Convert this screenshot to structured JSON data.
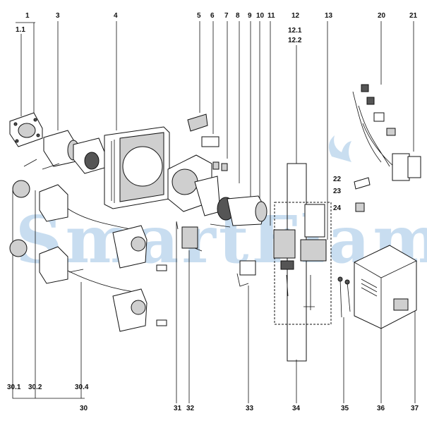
{
  "watermark": {
    "text": "SmartFlam",
    "color": "#9cc3e4"
  },
  "callouts": {
    "n1": "1",
    "n1_1": "1.1",
    "n3": "3",
    "n4": "4",
    "n5": "5",
    "n6": "6",
    "n7": "7",
    "n8": "8",
    "n9": "9",
    "n10": "10",
    "n11": "11",
    "n12": "12",
    "n12_1": "12.1",
    "n12_2": "12.2",
    "n13": "13",
    "n20": "20",
    "n21": "21",
    "n22": "22",
    "n23": "23",
    "n24": "24",
    "n30": "30",
    "n30_1": "30.1",
    "n30_2": "30.2",
    "n30_4": "30.4",
    "n31": "31",
    "n32": "32",
    "n33": "33",
    "n34": "34",
    "n35": "35",
    "n36": "36",
    "n37": "37"
  }
}
